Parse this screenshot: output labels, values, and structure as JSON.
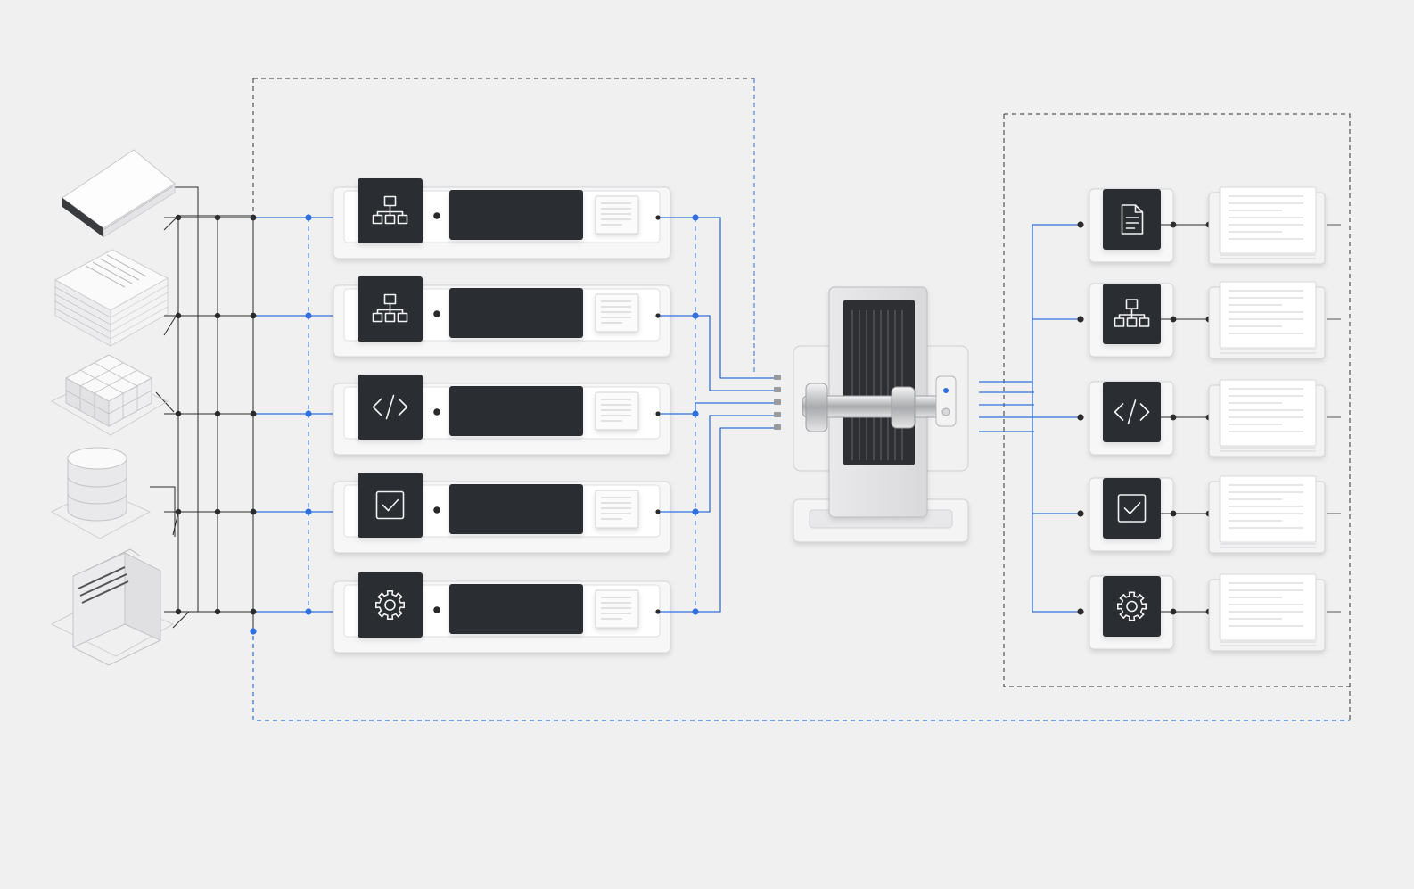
{
  "diagram": {
    "sources": [
      {
        "name": "book",
        "icon": "book-icon"
      },
      {
        "name": "document-stack",
        "icon": "document-stack-icon"
      },
      {
        "name": "data-cube",
        "icon": "data-cube-icon"
      },
      {
        "name": "database",
        "icon": "database-icon"
      },
      {
        "name": "file-folder",
        "icon": "file-folder-icon"
      }
    ],
    "processors": [
      {
        "icon": "hierarchy-icon"
      },
      {
        "icon": "hierarchy-icon"
      },
      {
        "icon": "code-icon"
      },
      {
        "icon": "checkbox-icon"
      },
      {
        "icon": "gear-icon"
      }
    ],
    "engine": {
      "icon": "shredder-machine-icon"
    },
    "outputs": [
      {
        "icon": "document-icon"
      },
      {
        "icon": "hierarchy-icon"
      },
      {
        "icon": "code-icon"
      },
      {
        "icon": "checkbox-icon"
      },
      {
        "icon": "gear-icon"
      }
    ],
    "colors": {
      "background": "#f0f0f1",
      "accent_blue": "#2f6fde",
      "dark_tile": "#2b2d31",
      "wire": "#2a2a2a",
      "panel": "#f7f7f8",
      "panel_border": "#d4d4d7"
    }
  }
}
